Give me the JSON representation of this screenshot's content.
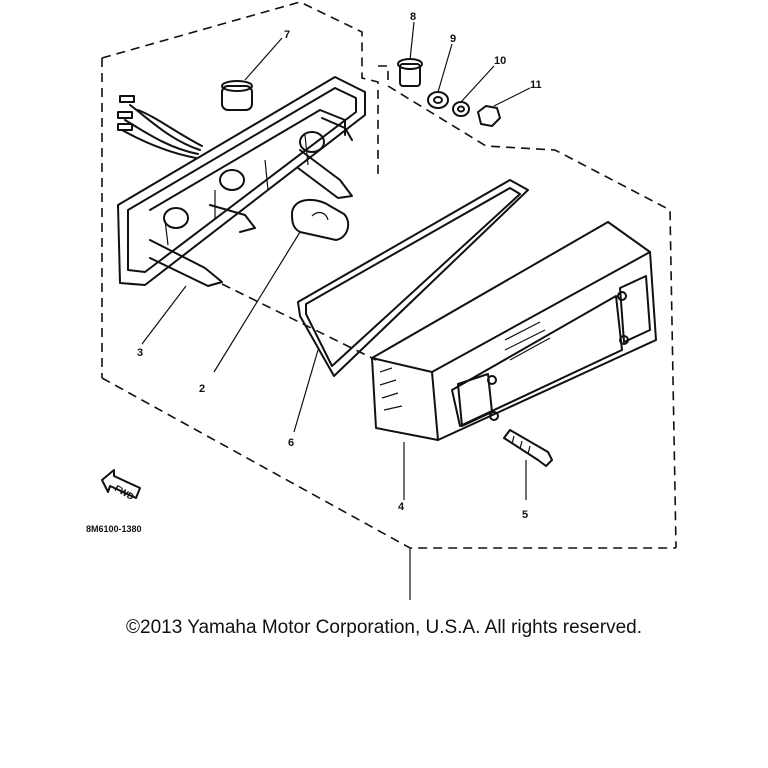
{
  "diagram": {
    "callouts": [
      "2",
      "3",
      "4",
      "5",
      "6",
      "7",
      "8",
      "9",
      "10",
      "11"
    ],
    "part_code": "8M6100-1380",
    "fwd_label": "FWD"
  },
  "footer": {
    "copyright": "©2013 Yamaha Motor Corporation, U.S.A. All rights reserved."
  }
}
